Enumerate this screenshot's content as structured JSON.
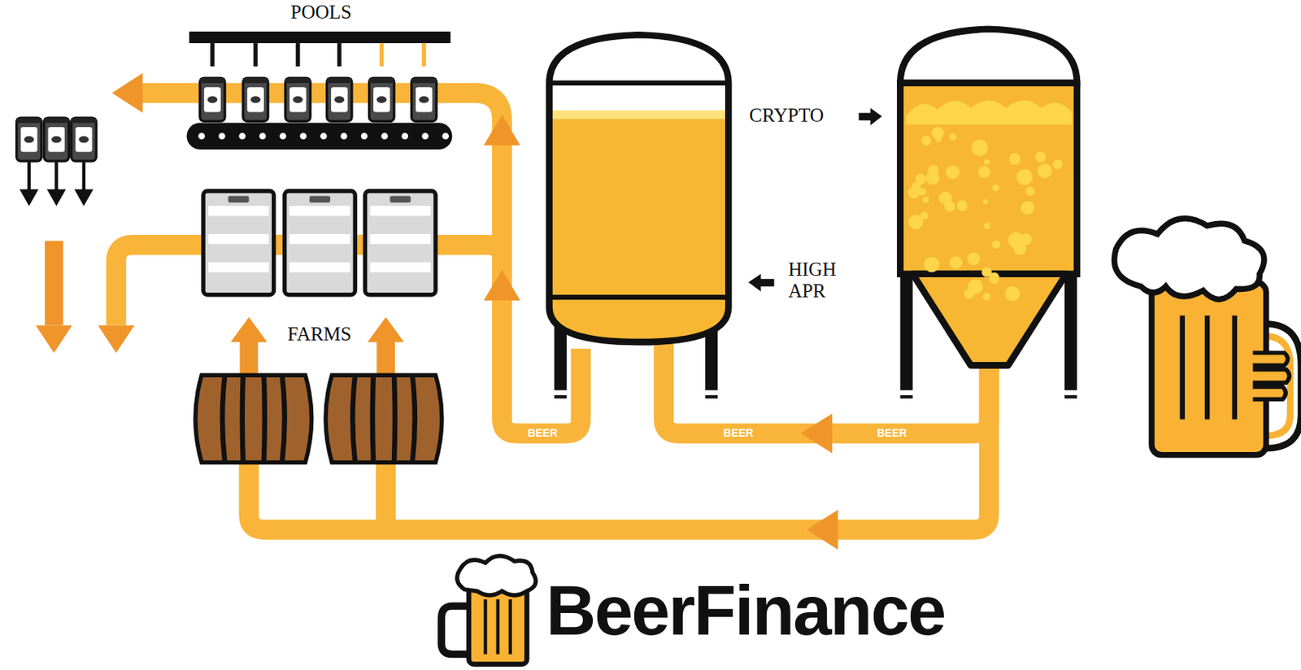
{
  "diagram": {
    "labels": [
      "POOLS",
      "CRYPTO",
      "HIGH APR",
      "FARMS",
      "BEER",
      "BEER",
      "BEER",
      "BeerFinance"
    ]
  }
}
